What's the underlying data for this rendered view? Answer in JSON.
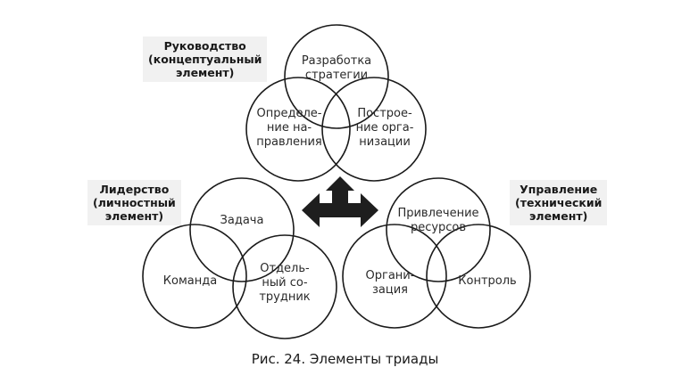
{
  "groups": {
    "top": {
      "label": [
        "Руководство",
        "(концептуальный",
        "элемент)"
      ],
      "circles": [
        [
          "Разработка",
          "стратегии"
        ],
        [
          "Определе-",
          "ние на-",
          "правления"
        ],
        [
          "Построе-",
          "ние орга-",
          "низации"
        ]
      ]
    },
    "left": {
      "label": [
        "Лидерство",
        "(личностный",
        "элемент)"
      ],
      "circles": [
        [
          "Задача"
        ],
        [
          "Команда"
        ],
        [
          "Отдель-",
          "ный со-",
          "трудник"
        ]
      ]
    },
    "right": {
      "label": [
        "Управление",
        "(технический",
        "элемент)"
      ],
      "circles": [
        [
          "Привлечение",
          "ресурсов"
        ],
        [
          "Органи-",
          "зация"
        ],
        [
          "Контроль"
        ]
      ]
    }
  },
  "caption": "Рис. 24. Элементы триады"
}
